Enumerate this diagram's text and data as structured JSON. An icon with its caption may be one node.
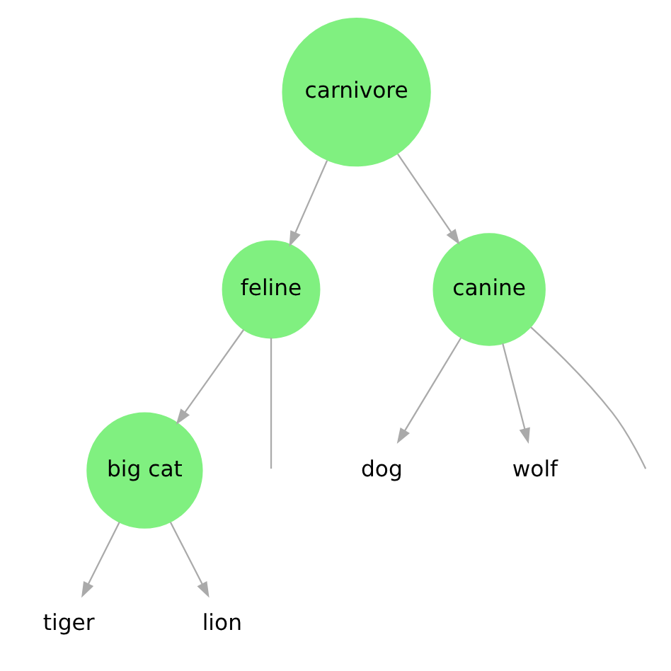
{
  "diagram": {
    "nodes": [
      {
        "text": [
          "carnivore"
        ]
      },
      {
        "text": [
          "feline"
        ]
      },
      {
        "text": [
          "canine"
        ]
      },
      {
        "text": [
          "big cat"
        ]
      },
      {
        "text": [
          "dog"
        ]
      },
      {
        "text": [
          "wolf"
        ]
      },
      {
        "text": [
          "tiger"
        ]
      },
      {
        "text": [
          "lion"
        ]
      }
    ],
    "edges": [
      {
        "from": 0,
        "to": 1,
        "arrow": "to"
      },
      {
        "from": 0,
        "to": 2,
        "arrow": "to"
      },
      {
        "from": 1,
        "to": null,
        "arrow": "none"
      },
      {
        "from": 1,
        "to": 3,
        "arrow": "to"
      },
      {
        "from": 2,
        "to": 4,
        "arrow": "to"
      },
      {
        "from": 2,
        "to": 5,
        "arrow": "to"
      },
      {
        "from": 2,
        "to": null,
        "arrow": "none"
      },
      {
        "from": 3,
        "to": 6,
        "arrow": "to"
      },
      {
        "from": 3,
        "to": 7,
        "arrow": "to"
      }
    ]
  }
}
